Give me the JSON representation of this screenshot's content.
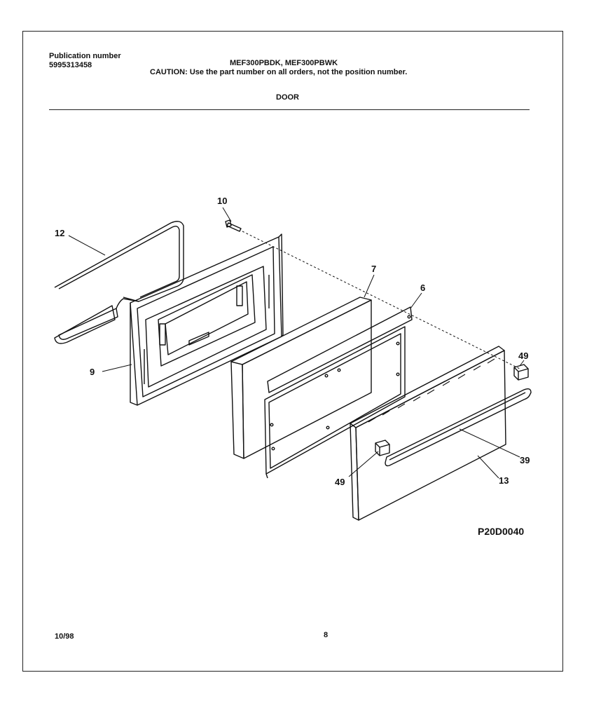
{
  "header": {
    "publication_label": "Publication number",
    "publication_number": "5995313458",
    "models": "MEF300PBDK, MEF300PBWK",
    "caution": "CAUTION:  Use the part number on all orders, not the position number.",
    "section_title": "DOOR"
  },
  "callouts": {
    "c10": "10",
    "c12": "12",
    "c7": "7",
    "c6": "6",
    "c9": "9",
    "c49_top": "49",
    "c49_bottom": "49",
    "c39": "39",
    "c13": "13"
  },
  "figure_code": "P20D0040",
  "footer": {
    "date": "10/98",
    "page": "8"
  }
}
